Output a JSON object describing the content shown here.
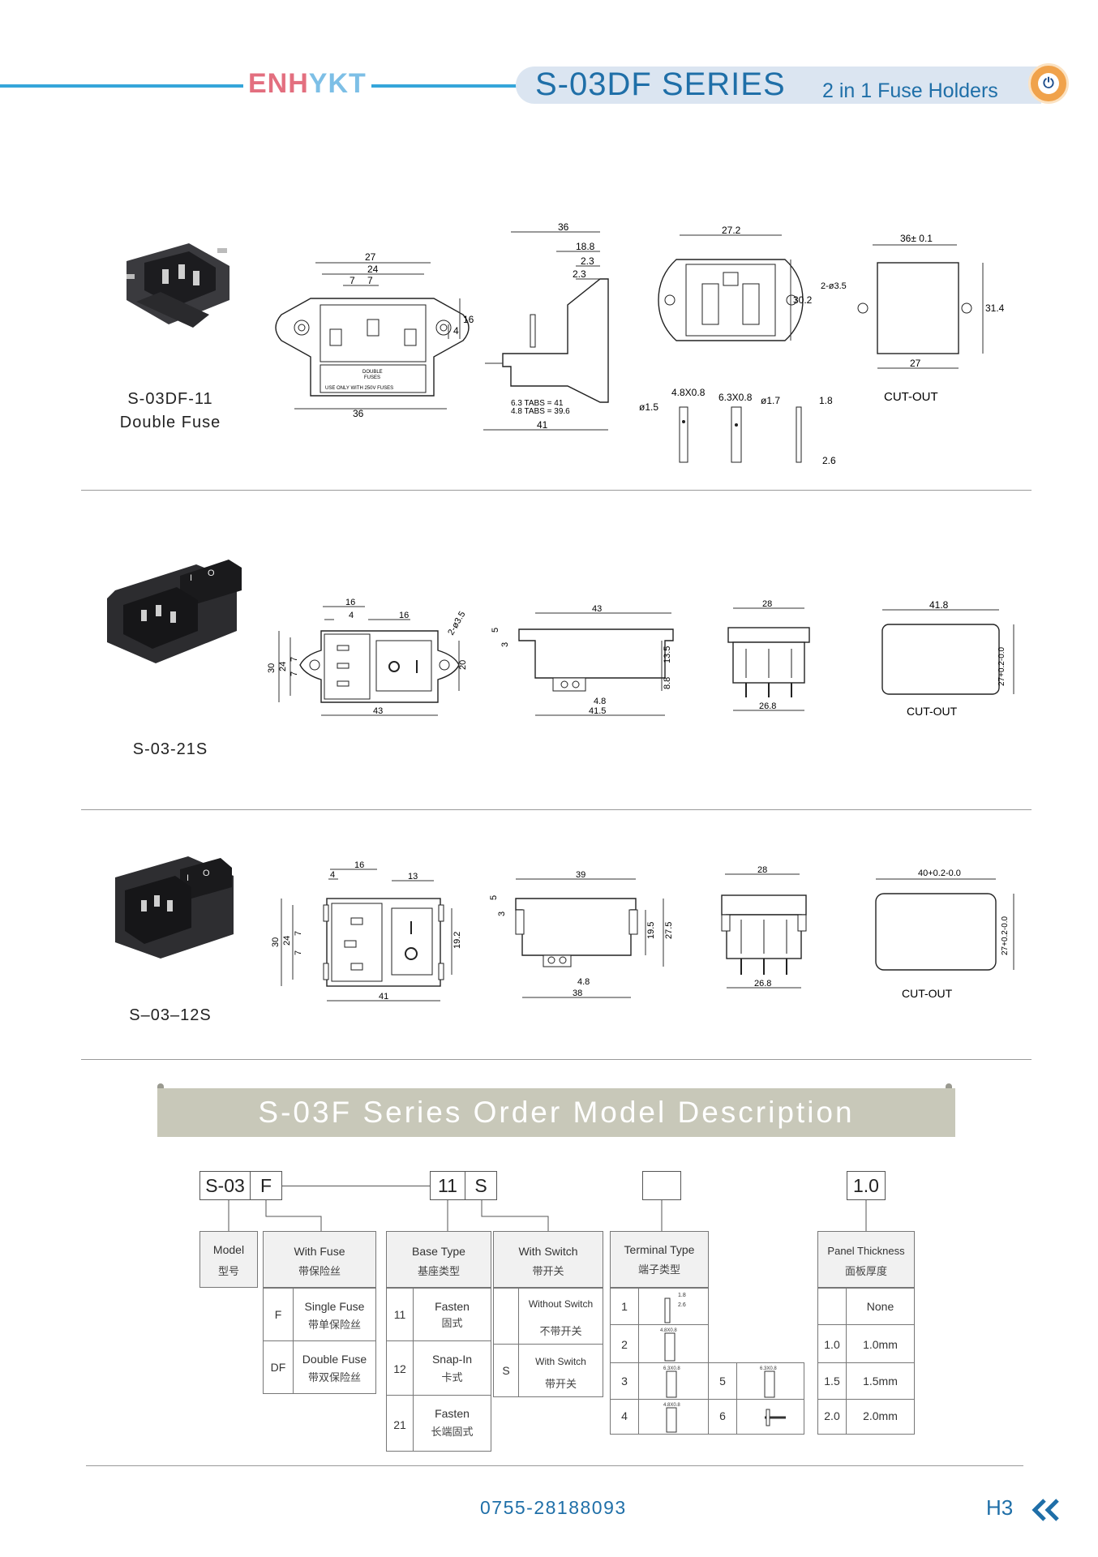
{
  "header": {
    "brand_a": "ENH",
    "brand_b": "YKT",
    "series_title": "S-03DF  SERIES",
    "series_subtitle": "2 in 1 Fuse Holders",
    "accent_color": "#35a6da",
    "logo_icon": "power-icon"
  },
  "products": [
    {
      "model": "S-03DF-11",
      "description": "Double Fuse",
      "front": {
        "w": "27",
        "w2": "24",
        "gap1": "7",
        "gap2": "7",
        "h1": "4",
        "h2": "16",
        "base": "36",
        "label1": "DOUBLE",
        "label2": "FUSES",
        "label3": "USE ONLY WITH 250V FUSES"
      },
      "side": {
        "top": "36",
        "d1": "18.8",
        "d2": "2.3",
        "d3": "2.3",
        "tabs1": "6.3 TABS = 41",
        "tabs2": "4.8 TABS = 39.6",
        "bottom": "41"
      },
      "rear": {
        "w": "27.2",
        "h": "30.2"
      },
      "terminals": {
        "t1": "4.8X0.8",
        "t2": "6.3X0.8",
        "d1": "ø1.5",
        "d2": "ø1.7",
        "t3": "1.8",
        "t4": "2.6"
      },
      "cutout": {
        "w": "36± 0.1",
        "hole": "2-ø3.5",
        "h": "31.4",
        "b": "27",
        "label": "CUT-OUT"
      }
    },
    {
      "model": "S-03-21S",
      "description": "",
      "front": {
        "w1": "16",
        "w2": "4",
        "w3": "16",
        "hole": "2-ø3.5",
        "h1": "30",
        "h2": "24",
        "h3": "7",
        "h4": "7",
        "h5": "20",
        "base": "43"
      },
      "side": {
        "top": "43",
        "d1": "5",
        "d2": "3",
        "h1": "13.5",
        "h2": "8.8",
        "d3": "4.8",
        "bottom": "41.5"
      },
      "rear": {
        "w": "28",
        "b": "26.8"
      },
      "cutout": {
        "w": "41.8",
        "h": "27+0.2-0.0",
        "label": "CUT-OUT"
      }
    },
    {
      "model": "S–03–12S",
      "description": "",
      "front": {
        "w1": "4",
        "w2": "16",
        "w3": "13",
        "h1": "30",
        "h2": "24",
        "h3": "7",
        "h4": "7",
        "h5": "19.2",
        "base": "41"
      },
      "side": {
        "top": "39",
        "d1": "5",
        "d2": "3",
        "h1": "19.5",
        "h2": "27.5",
        "d3": "4.8",
        "bottom": "38"
      },
      "rear": {
        "w": "28",
        "b": "26.8"
      },
      "cutout": {
        "w": "40+0.2-0.0",
        "h": "27+0.2-0.0",
        "label": "CUT-OUT"
      }
    }
  ],
  "order": {
    "banner": "S-03F  Series  Order  Model  Description",
    "code": {
      "model": "S-03",
      "fuse": "F",
      "base": "11",
      "switch": "S",
      "terminal": "",
      "panel": "1.0"
    },
    "model": {
      "en": "Model",
      "cn": "型号"
    },
    "fuse": {
      "en": "With Fuse",
      "cn": "带保险丝",
      "rows": [
        {
          "code": "F",
          "en": "Single Fuse",
          "cn": "带单保险丝"
        },
        {
          "code": "DF",
          "en": "Double Fuse",
          "cn": "带双保险丝"
        }
      ]
    },
    "base": {
      "en": "Base Type",
      "cn": "基座类型",
      "rows": [
        {
          "code": "11",
          "en": "Fasten",
          "cn": "固式"
        },
        {
          "code": "12",
          "en": "Snap-In",
          "cn": "卡式"
        },
        {
          "code": "21",
          "en": "Fasten",
          "cn": "长端固式"
        }
      ]
    },
    "switch": {
      "en": "With Switch",
      "cn": "带开关",
      "rows": [
        {
          "code": "",
          "en": "Without Switch",
          "cn": "不带开关"
        },
        {
          "code": "S",
          "en": "With Switch",
          "cn": "带开关"
        }
      ]
    },
    "terminal": {
      "en": "Terminal Type",
      "cn": "端子类型",
      "rows": [
        {
          "code": "1",
          "img": "1.8 / 2.6"
        },
        {
          "code": "2",
          "img": "4.8X0.8"
        },
        {
          "code": "3",
          "img": "6.3X0.8"
        },
        {
          "code": "4",
          "img": "4.8X0.8"
        },
        {
          "code": "5",
          "img": "6.3X0.8"
        },
        {
          "code": "6",
          "img": ""
        }
      ]
    },
    "panel": {
      "en": "Panel Thickness",
      "cn": "面板厚度",
      "rows": [
        {
          "code": "",
          "value": "None"
        },
        {
          "code": "1.0",
          "value": "1.0mm"
        },
        {
          "code": "1.5",
          "value": "1.5mm"
        },
        {
          "code": "2.0",
          "value": "2.0mm"
        }
      ]
    }
  },
  "footer": {
    "phone": "0755-28188093",
    "page": "H3",
    "nav_icon": "double-chevron-left-icon"
  }
}
